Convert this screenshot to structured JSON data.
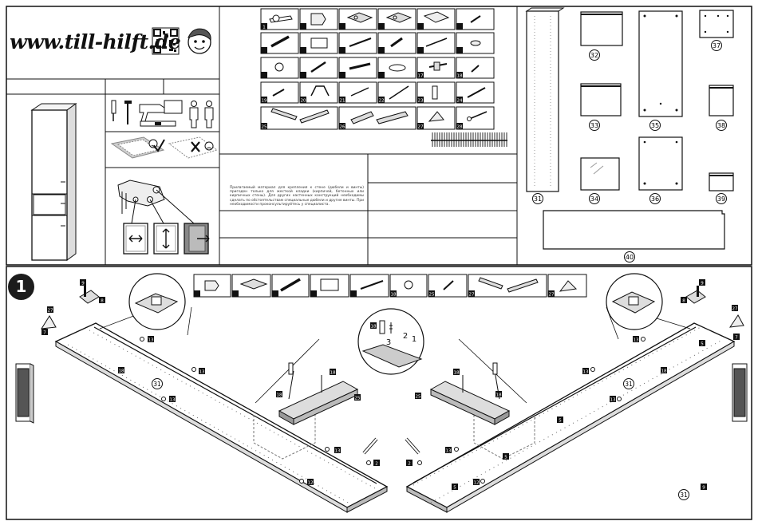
{
  "brand": {
    "website": "www.till-hilft.de"
  },
  "warning_text": "Прилагаемый материал для крепления к стене (дюбели и винты) пригоден только для жесткой кладки (кирпичей, бетонных или кирпичных стены). Для других настенных конструкций необходимы сделать по обстоятельствам специальные дюбели и другие винты. При необходимости проконсультируйтесь у специалиста.",
  "hardware": {
    "row1": [
      "1",
      "",
      "",
      "",
      "",
      ""
    ],
    "row2": [
      "",
      "",
      "",
      "",
      "",
      ""
    ],
    "row3": [
      "",
      "",
      "",
      "",
      "17",
      "18"
    ],
    "row4": [
      "19",
      "20",
      "21",
      "22",
      "23",
      "24"
    ],
    "row5": [
      "25",
      "26",
      "27",
      "28"
    ]
  },
  "panels": {
    "p31": "31",
    "p32": "32",
    "p33": "33",
    "p34": "34",
    "p35": "35",
    "p36": "36",
    "p37": "37",
    "p38": "38",
    "p39": "39",
    "p40": "40"
  },
  "step": {
    "number": "1",
    "strip_labels": [
      "",
      "",
      "",
      "",
      "",
      "18",
      "25",
      "27"
    ],
    "labels": {
      "l9": "9",
      "l8": "8",
      "l27": "27",
      "l7": "7",
      "l13": "13",
      "l18": "18",
      "l25": "25",
      "l31": "31",
      "l2": "2",
      "l5": "5",
      "l12": "12"
    },
    "detail_nums": {
      "n3": "3",
      "n2": "2",
      "n1": "1"
    }
  }
}
